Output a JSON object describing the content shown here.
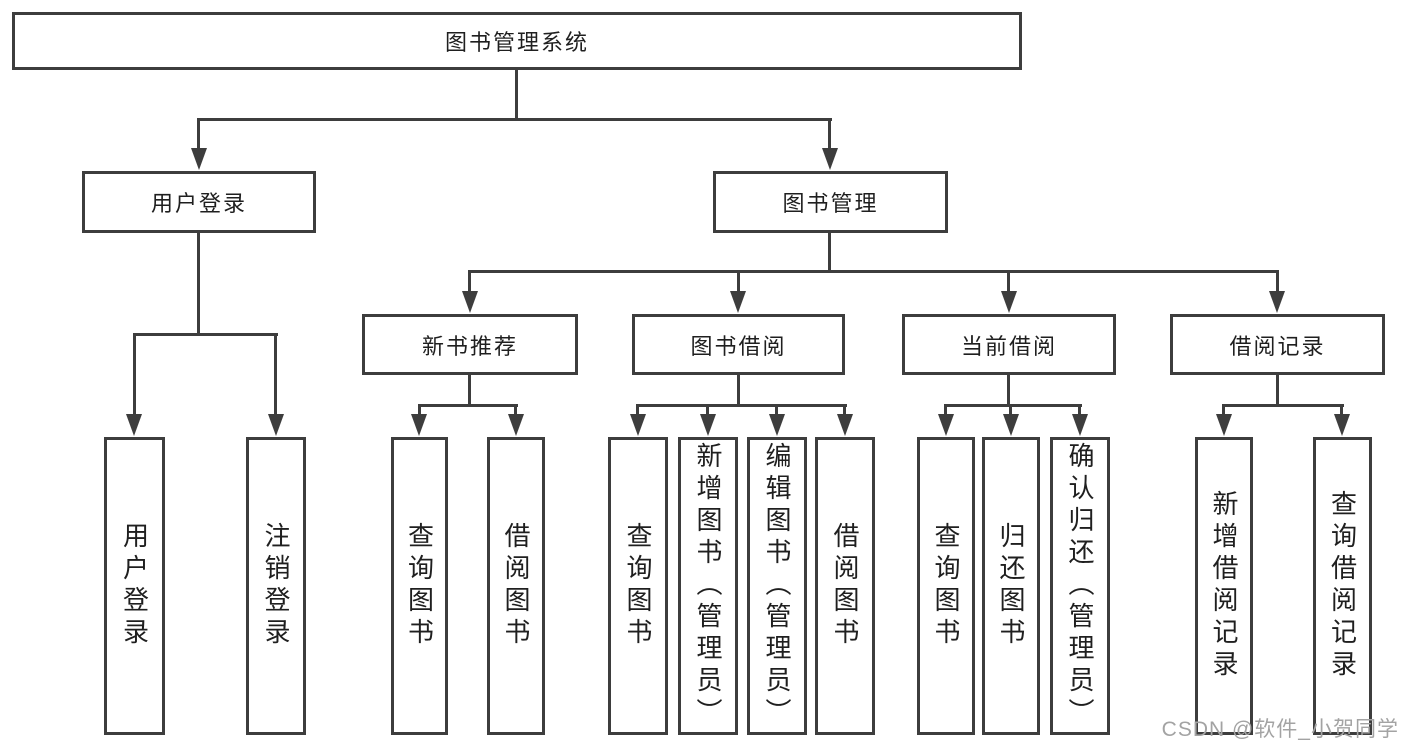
{
  "tree": {
    "root": {
      "label": "图书管理系统"
    },
    "branches": [
      {
        "label": "用户登录",
        "children": [
          {
            "label": "用户登录"
          },
          {
            "label": "注销登录"
          }
        ]
      },
      {
        "label": "图书管理",
        "children": [
          {
            "label": "新书推荐",
            "children": [
              {
                "label": "查询图书"
              },
              {
                "label": "借阅图书"
              }
            ]
          },
          {
            "label": "图书借阅",
            "children": [
              {
                "label": "查询图书"
              },
              {
                "label": "新增图书（管理员）"
              },
              {
                "label": "编辑图书（管理员）"
              },
              {
                "label": "借阅图书"
              }
            ]
          },
          {
            "label": "当前借阅",
            "children": [
              {
                "label": "查询图书"
              },
              {
                "label": "归还图书"
              },
              {
                "label": "确认归还（管理员）"
              }
            ]
          },
          {
            "label": "借阅记录",
            "children": [
              {
                "label": "新增借阅记录"
              },
              {
                "label": "查询借阅记录"
              }
            ]
          }
        ]
      }
    ]
  },
  "watermark": {
    "text": "CSDN @软件_小贺同学"
  },
  "colors": {
    "line": "#3d3d3d",
    "box_fill": "#ffffff",
    "text": "#1f1f1f",
    "watermark": "#a3a3a3"
  }
}
